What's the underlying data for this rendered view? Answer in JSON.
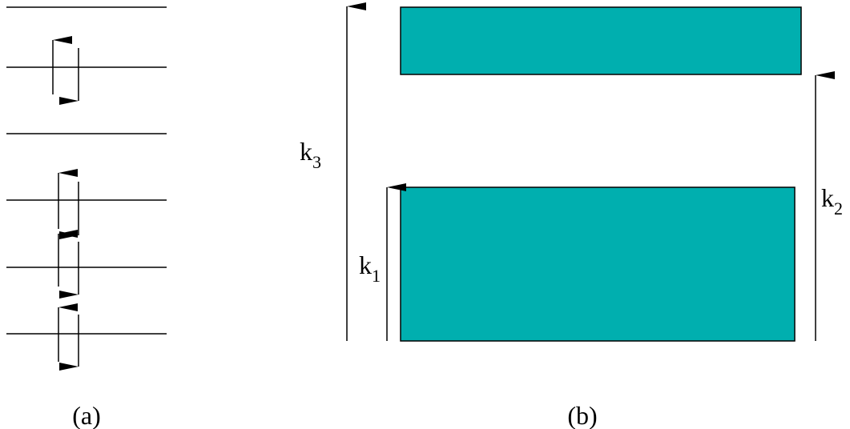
{
  "colors": {
    "band_fill": "#00AFAF",
    "line": "#000000",
    "background": "#FFFFFF"
  },
  "panel_a": {
    "caption": "(a)",
    "levels": [
      {
        "occupancy": "empty"
      },
      {
        "occupancy": "paired"
      },
      {
        "occupancy": "empty"
      },
      {
        "occupancy": "paired"
      },
      {
        "occupancy": "paired"
      },
      {
        "occupancy": "paired"
      }
    ]
  },
  "panel_b": {
    "caption": "(b)",
    "bands": [
      {
        "name": "upper"
      },
      {
        "name": "lower"
      }
    ],
    "transitions": [
      {
        "letter": "k",
        "sub": "3"
      },
      {
        "letter": "k",
        "sub": "1"
      },
      {
        "letter": "k",
        "sub": "2"
      }
    ]
  }
}
